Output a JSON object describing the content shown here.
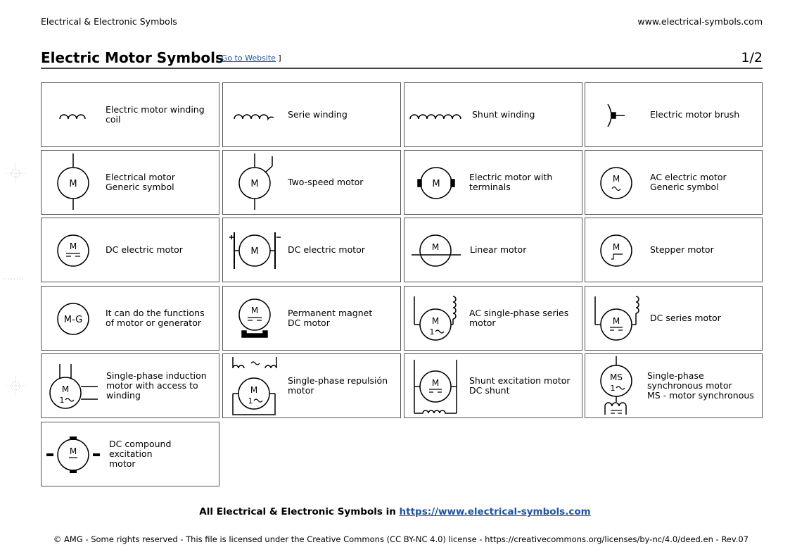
{
  "header": {
    "left": "Electrical & Electronic Symbols",
    "right": "www.electrical-symbols.com"
  },
  "title": {
    "text": "Electric Motor Symbols",
    "goto_open": "[ ",
    "goto_link": "Go to Website",
    "goto_close": " ]",
    "page": "1/2"
  },
  "symbols": [
    {
      "id": "winding-coil",
      "label": "Electric motor winding\ncoil"
    },
    {
      "id": "serie-winding",
      "label": "Serie winding"
    },
    {
      "id": "shunt-winding",
      "label": "Shunt winding"
    },
    {
      "id": "motor-brush",
      "label": "Electric motor brush"
    },
    {
      "id": "motor-generic",
      "label": "Electrical motor\nGeneric symbol",
      "text": "M"
    },
    {
      "id": "two-speed",
      "label": "Two-speed motor",
      "text": "M"
    },
    {
      "id": "motor-terminals",
      "label": "Electric motor with\nterminals",
      "text": "M"
    },
    {
      "id": "ac-motor",
      "label": "AC electric motor\nGeneric symbol",
      "text": "M"
    },
    {
      "id": "dc-motor-1",
      "label": "DC electric motor",
      "text": "M"
    },
    {
      "id": "dc-motor-2",
      "label": "DC electric motor",
      "text": "M"
    },
    {
      "id": "linear-motor",
      "label": "Linear motor",
      "text": "M"
    },
    {
      "id": "stepper-motor",
      "label": "Stepper motor",
      "text": "M"
    },
    {
      "id": "motor-generator",
      "label": "It can do the functions\nof motor or generator",
      "text": "M-G"
    },
    {
      "id": "pm-dc-motor",
      "label": "Permanent magnet\nDC motor",
      "text": "M"
    },
    {
      "id": "ac-1ph-series",
      "label": "AC single-phase series\nmotor",
      "text": "M",
      "text2": "1"
    },
    {
      "id": "dc-series",
      "label": "DC series motor",
      "text": "M"
    },
    {
      "id": "1ph-induction",
      "label": "Single-phase induction\nmotor with access to\nwinding",
      "text": "M",
      "text2": "1"
    },
    {
      "id": "1ph-repulsion",
      "label": "Single-phase repulsión\nmotor",
      "text": "M",
      "text2": "1"
    },
    {
      "id": "shunt-dc",
      "label": "Shunt excitation motor\nDC shunt",
      "text": "M"
    },
    {
      "id": "1ph-synchronous",
      "label": "Single-phase\nsynchronous motor\nMS - motor synchronous",
      "text": "MS",
      "text2": "1"
    },
    {
      "id": "dc-compound",
      "label": "DC compound excitation\nmotor",
      "text": "M"
    }
  ],
  "footer": {
    "line1_prefix": "All Electrical & Electronic Symbols in ",
    "line1_link": "https://www.electrical-symbols.com",
    "line2": "© AMG - Some rights reserved - This file is licensed under the Creative Commons (CC BY-NC 4.0) license - https://creativecommons.org/licenses/by-nc/4.0/deed.en - Rev.07"
  }
}
